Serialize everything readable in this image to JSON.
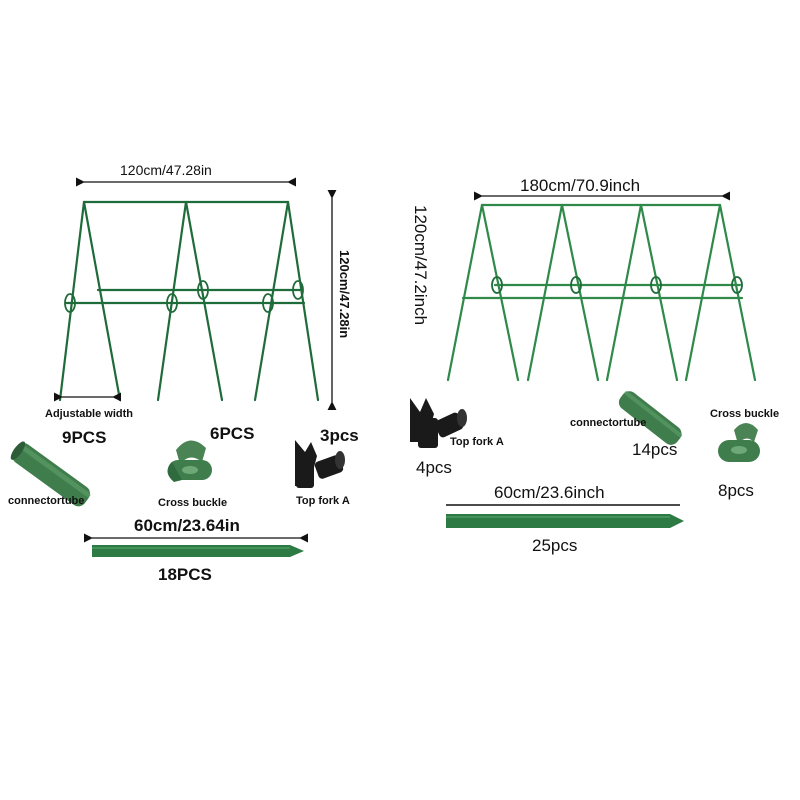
{
  "colors": {
    "frame": "#1f6b3a",
    "frame_light": "#2f8a4a",
    "part_green": "#3f7d4c",
    "stake_green": "#2d7a45",
    "fork_black": "#1a1a1a"
  },
  "left_set": {
    "width_label": "120cm/47.28in",
    "height_label": "120cm/47.28in",
    "adjustable_label": "Adjustable width",
    "connector_count": "9PCS",
    "connector_label": "connectortube",
    "buckle_count": "6PCS",
    "buckle_label": "Cross buckle",
    "fork_count": "3pcs",
    "fork_label": "Top fork A",
    "stake_length": "60cm/23.64in",
    "stake_count": "18PCS"
  },
  "right_set": {
    "width_label": "180cm/70.9inch",
    "height_label": "120cm/47.2inch",
    "fork_label": "Top fork A",
    "fork_count": "4pcs",
    "connector_label": "connectortube",
    "connector_count": "14pcs",
    "buckle_label": "Cross buckle",
    "buckle_count": "8pcs",
    "stake_length": "60cm/23.6inch",
    "stake_count": "25pcs"
  }
}
